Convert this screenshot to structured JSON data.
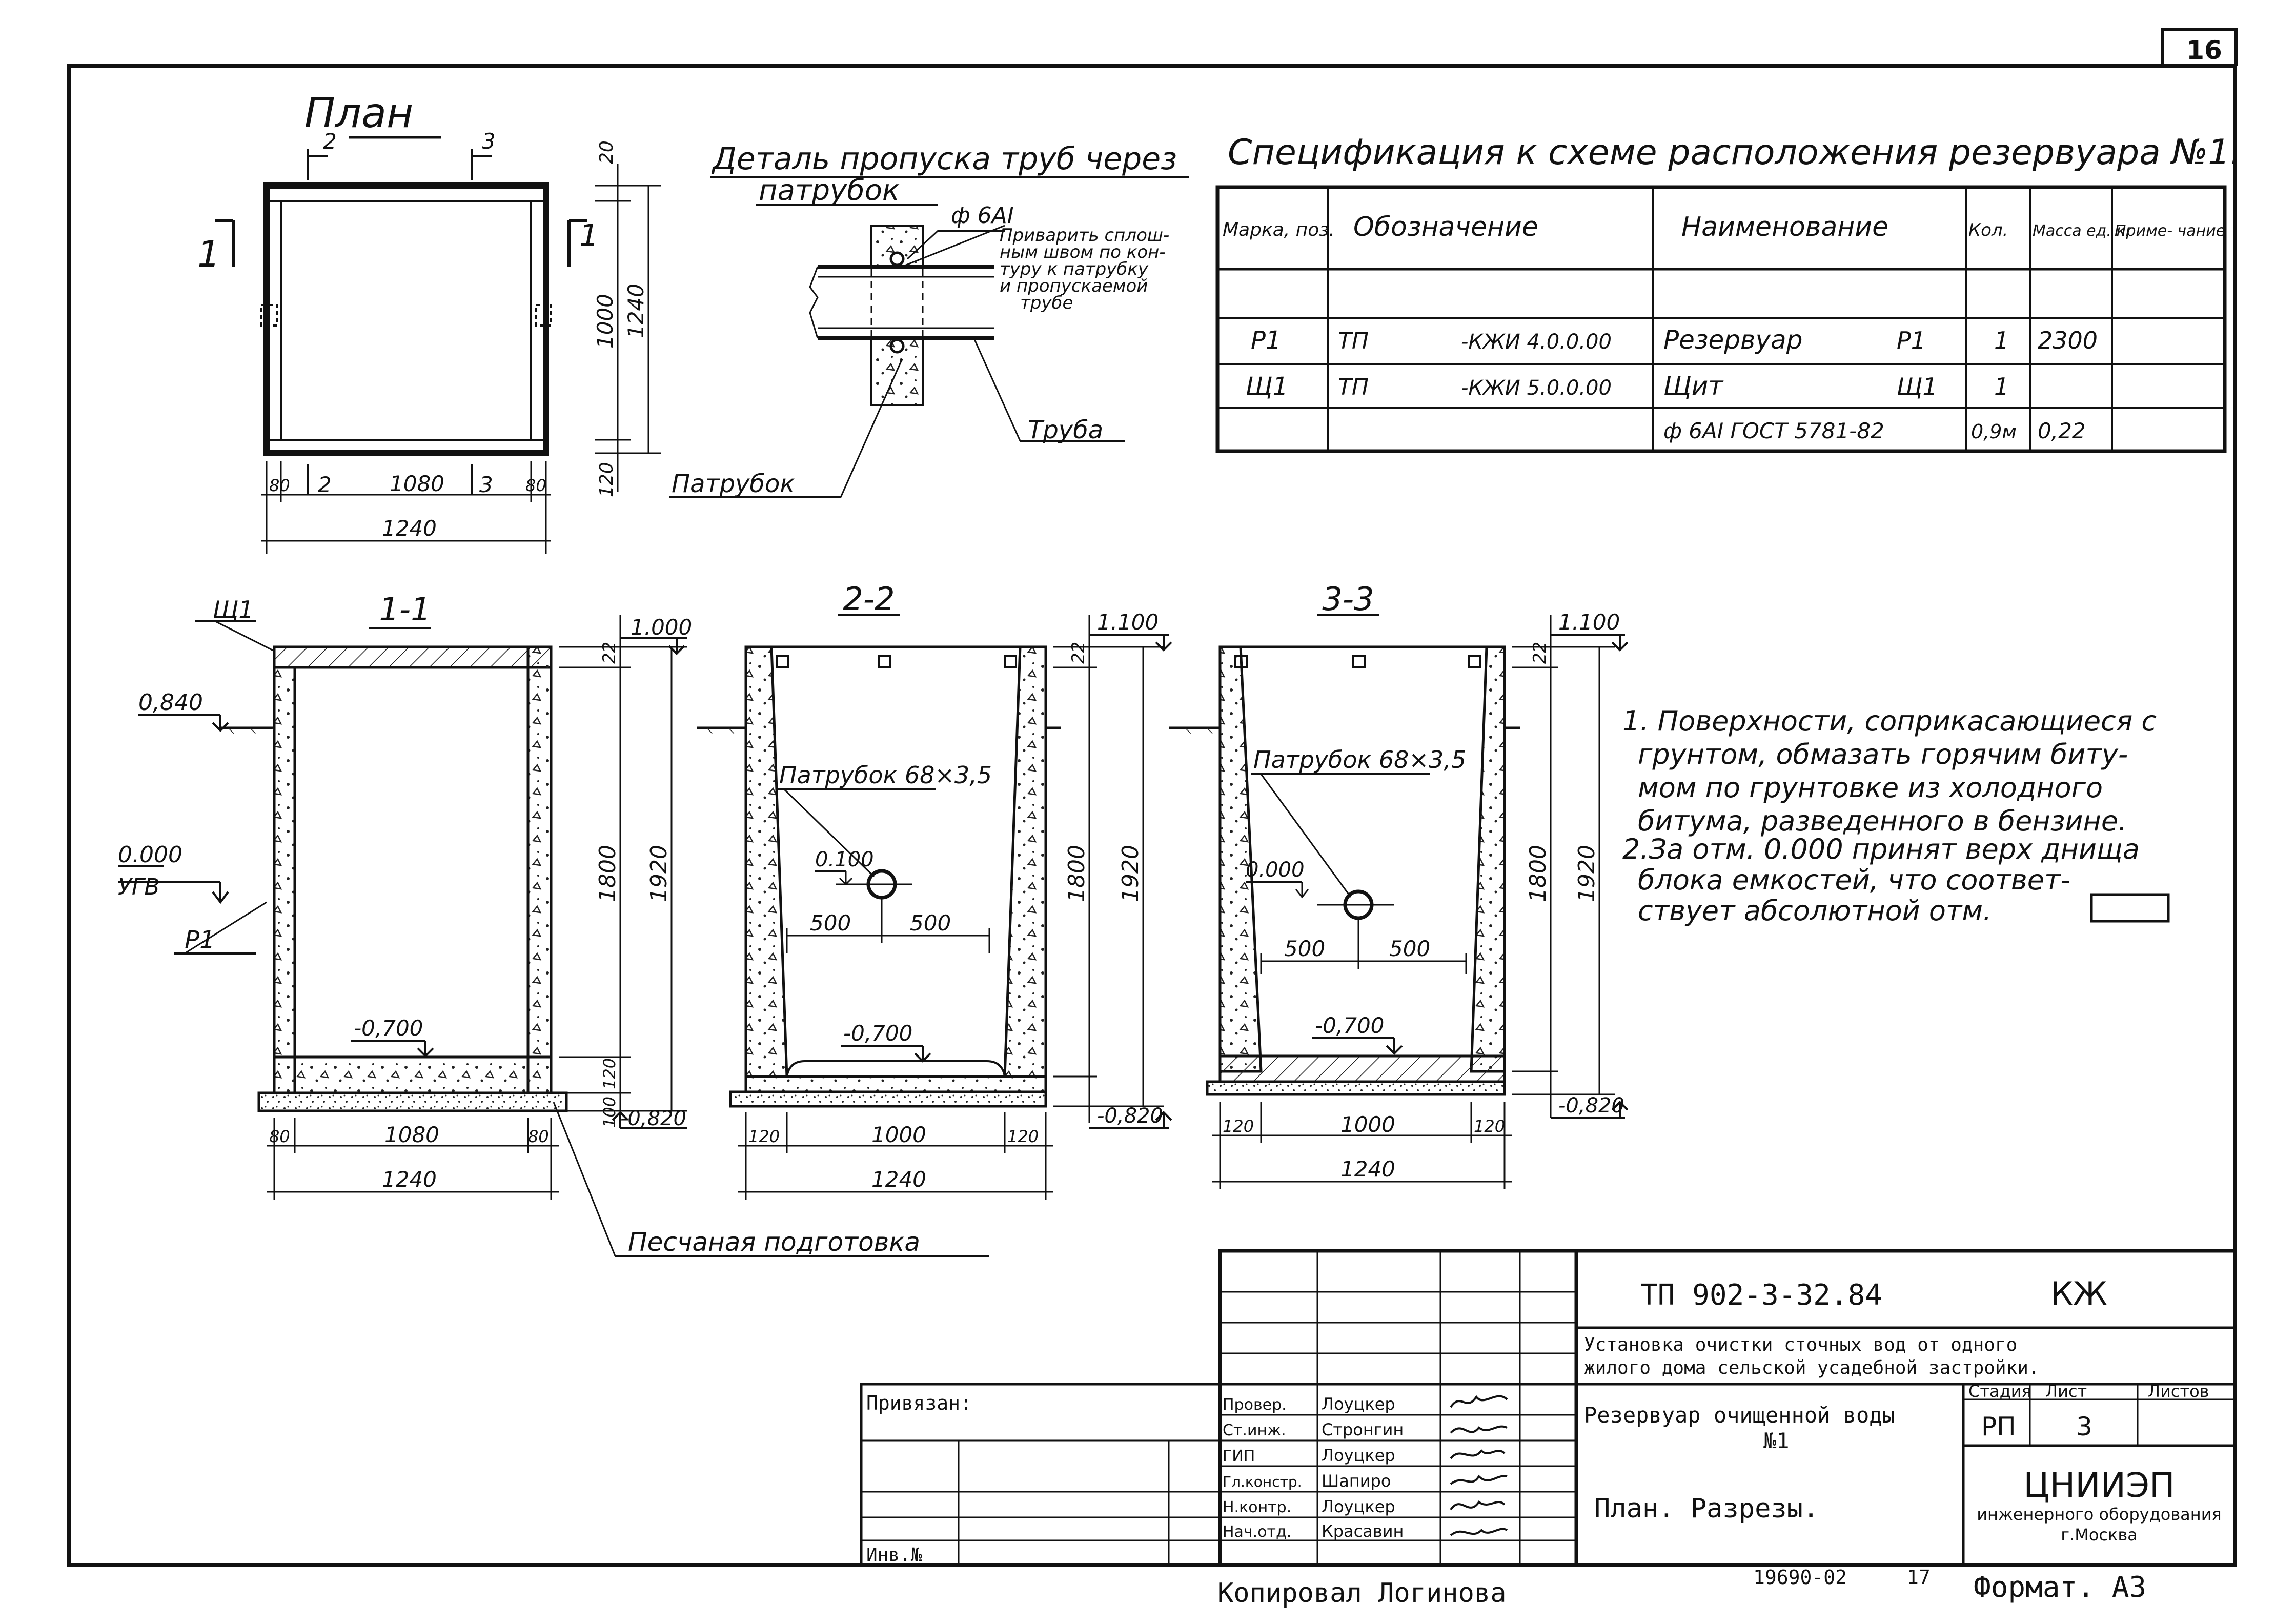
{
  "sheet": {
    "sheet_no": "16",
    "format_label": "Формат. А3",
    "copied_by": "Копировал Логинова",
    "archive_no": "19690-02",
    "archive_sheet": "17"
  },
  "plan": {
    "title": "План",
    "sec_left": "2",
    "sec_right": "3",
    "sec_bottom_left": "2",
    "sec_bottom_right": "3",
    "cut_left": "1",
    "cut_right": "1",
    "dim_top_wall": "20",
    "dim_inner_h": "1000",
    "dim_outer_h": "1240",
    "dim_bottom_wall": "120",
    "dim_bot_left": "80",
    "dim_bot_mid": "1080",
    "dim_bot_right": "80",
    "dim_bot_total": "1240"
  },
  "detail": {
    "title_line1": "Деталь пропуска труб через",
    "title_line2": "патрубок",
    "rebar_label": "ф 6AI",
    "note_line1": "Приварить сплош-",
    "note_line2": "ным швом по кон-",
    "note_line3": "туру к патрубку",
    "note_line4": "и пропускаемой",
    "note_line5": "трубе",
    "pipe_label": "Труба",
    "nozzle_label": "Патрубок"
  },
  "spec": {
    "title": "Спецификация к схеме расположения резервуара №1.",
    "headers": [
      "Марка, поз.",
      "Обозначение",
      "Наименование",
      "Кол.",
      "Масса ед. кг",
      "Приме- чание"
    ],
    "rows": [
      {
        "mark": "Р1",
        "code_a": "ТП",
        "code_b": "-КЖИ 4.0.0.00",
        "name": "Резервуар",
        "name_mark": "Р1",
        "qty": "1",
        "mass": "2300",
        "note": ""
      },
      {
        "mark": "Щ1",
        "code_a": "ТП",
        "code_b": "-КЖИ 5.0.0.00",
        "name": "Щит",
        "name_mark": "Щ1",
        "qty": "1",
        "mass": "",
        "note": ""
      },
      {
        "mark": "",
        "code_a": "",
        "code_b": "",
        "name": "ф 6AI ГОСТ 5781-82",
        "name_mark": "",
        "qty": "0,9м",
        "mass": "0,22",
        "note": ""
      }
    ]
  },
  "section11": {
    "title": "1-1",
    "shield": "Щ1",
    "lvl_top": "1.000",
    "lvl_ground": "0,840",
    "lvl_zero": "0.000",
    "ugv": "УГВ",
    "p1": "Р1",
    "lvl_floor": "-0,700",
    "lvl_bottom": "-0,820",
    "dim_top": "22",
    "dim_inner": "1800",
    "dim_total": "1920",
    "dim_b120": "120",
    "dim_b100": "100",
    "dim_l80": "80",
    "dim_mid": "1080",
    "dim_r80": "80",
    "dim_tot": "1240",
    "sand_label": "Песчаная подготовка"
  },
  "section22": {
    "title": "2-2",
    "lvl_top": "1.100",
    "nozzle": "Патрубок 68×3,5",
    "lvl_pipe": "0.100",
    "d500a": "500",
    "d500b": "500",
    "lvl_floor": "-0,700",
    "lvl_bottom": "-0,820",
    "dim_top": "22",
    "dim_inner": "1800",
    "dim_total": "1920",
    "dim_l120": "120",
    "dim_mid": "1000",
    "dim_r120": "120",
    "dim_tot": "1240"
  },
  "section33": {
    "title": "3-3",
    "lvl_top": "1.100",
    "nozzle": "Патрубок 68×3,5",
    "lvl_pipe": "0.000",
    "d500a": "500",
    "d500b": "500",
    "lvl_floor": "-0,700",
    "lvl_bottom": "-0,820",
    "dim_top": "22",
    "dim_inner": "1800",
    "dim_total": "1920",
    "dim_l120": "120",
    "dim_mid": "1000",
    "dim_r120": "120",
    "dim_tot": "1240"
  },
  "notes": {
    "n1_l1": "1. Поверхности, соприкасающиеся с",
    "n1_l2": "грунтом, обмазать горячим биту-",
    "n1_l3": "мом по грунтовке из холодного",
    "n1_l4": "битума, разведенного в бензине.",
    "n2_l1": "2.За отм. 0.000 принят верх днища",
    "n2_l2": "блока емкостей, что соответ-",
    "n2_l3": "ствует абсолютной отм."
  },
  "stamp": {
    "code": "ТП   902-3-32.84",
    "mark": "КЖ",
    "project_line1": "Установка очистки сточных вод от одного",
    "project_line2": "жилого дома сельской усадебной застройки.",
    "object_line1": "Резервуар очищенной воды",
    "object_line2": "№1",
    "sheet_title": "План. Разрезы.",
    "stage_h": "Стадия",
    "sheet_h": "Лист",
    "sheets_h": "Листов",
    "stage": "РП",
    "sheet": "3",
    "org1": "ЦНИИЭП",
    "org2": "инженерного оборудования",
    "org3": "г.Москва",
    "bound": "Привязан:",
    "inv": "Инв.№",
    "roles": [
      "Провер.",
      "Ст.инж.",
      "ГИП",
      "Гл.констр.",
      "Н.контр.",
      "Нач.отд."
    ],
    "names": [
      "Лоуцкер",
      "Стронгин",
      "Лоуцкер",
      "Шапиро",
      "Лоуцкер",
      "Красавин"
    ]
  }
}
